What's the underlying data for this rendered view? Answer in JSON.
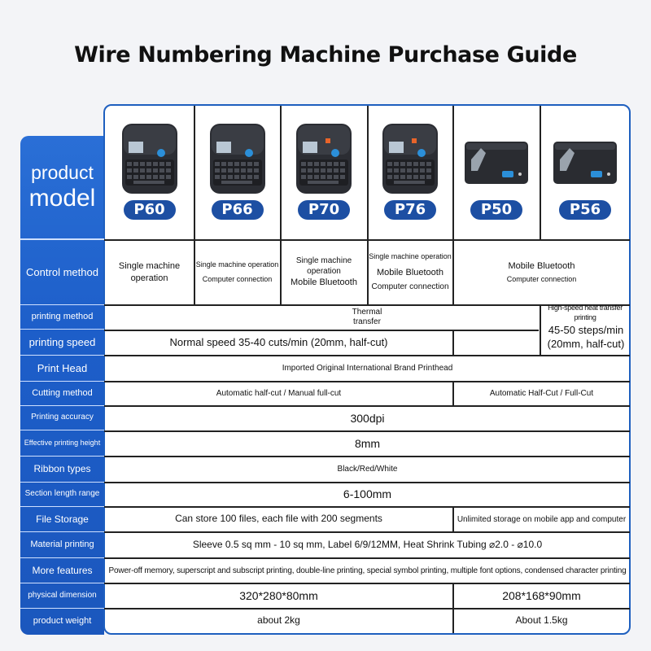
{
  "title": "Wire Numbering Machine Purchase Guide",
  "headers": {
    "model_line1": "product",
    "model_line2": "model",
    "control": "Control method",
    "print_method": "printing method",
    "print_speed": "printing speed",
    "print_head": "Print Head",
    "cutting": "Cutting method",
    "accuracy": "Printing accuracy",
    "height": "Effective printing height",
    "ribbon": "Ribbon types",
    "section": "Section length range",
    "storage": "File Storage",
    "material": "Material printing",
    "features": "More features",
    "dimension": "physical dimension",
    "weight": "product weight"
  },
  "models": [
    {
      "name": "P60",
      "device": "keyboard-printer"
    },
    {
      "name": "P66",
      "device": "keyboard-printer"
    },
    {
      "name": "P70",
      "device": "keyboard-printer"
    },
    {
      "name": "P76",
      "device": "keyboard-printer"
    },
    {
      "name": "P50",
      "device": "compact-printer"
    },
    {
      "name": "P56",
      "device": "compact-printer"
    }
  ],
  "control": {
    "p60": "Single machine operation",
    "p66_line1": "Single machine operation",
    "p66_line2": "Computer connection",
    "p70_line1": "Single machine operation",
    "p70_line2": "Mobile Bluetooth",
    "p76_line1": "Single machine operation",
    "p76_line2": "Mobile Bluetooth",
    "p76_line3": "Computer connection",
    "p50_line1": "Mobile Bluetooth",
    "p50_line2": "Computer connection"
  },
  "print_method": {
    "thermal": "Thermal transfer",
    "high_speed": "High-speed heat transfer printing"
  },
  "print_speed": {
    "normal": "Normal speed 35-40 cuts/min (20mm, half-cut)",
    "fast": "45-50 steps/min (20mm, half-cut)"
  },
  "print_head": "Imported Original International Brand Printhead",
  "cutting": {
    "left": "Automatic half-cut / Manual full-cut",
    "right": "Automatic Half-Cut / Full-Cut"
  },
  "accuracy": "300dpi",
  "height": "8mm",
  "ribbon": "Black/Red/White",
  "section": "6-100mm",
  "storage": {
    "left": "Can store 100 files, each file with 200 segments",
    "right": "Unlimited storage on mobile app and computer"
  },
  "material": "Sleeve 0.5 sq mm - 10 sq mm, Label 6/9/12MM, Heat Shrink Tubing ⌀2.0 - ⌀10.0",
  "features": "Power-off memory, superscript and subscript printing, double-line printing, special symbol printing, multiple font options, condensed character printing",
  "dimension": {
    "left": "320*280*80mm",
    "right": "208*168*90mm"
  },
  "weight": {
    "left": "about 2kg",
    "right": "About 1.5kg"
  },
  "colors": {
    "header_blue": "#1d5ec9",
    "pill_blue": "#1d4fa3",
    "accent_button": "#2b8fd9"
  }
}
